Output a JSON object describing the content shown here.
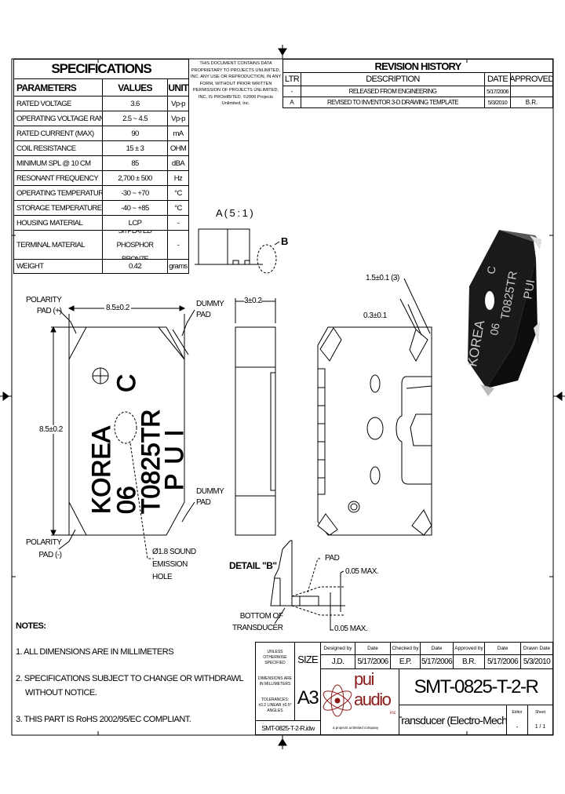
{
  "specifications": {
    "title": "SPECIFICATIONS",
    "headers": [
      "PARAMETERS",
      "VALUES",
      "UNIT"
    ],
    "rows": [
      {
        "param": "RATED VOLTAGE",
        "value": "3.6",
        "unit": "Vp-p"
      },
      {
        "param": "OPERATING VOLTAGE RANGE",
        "value": "2.5 ~ 4.5",
        "unit": "Vp-p"
      },
      {
        "param": "RATED CURRENT (MAX)",
        "value": "90",
        "unit": "mA"
      },
      {
        "param": "COIL RESISTANCE",
        "value": "15 ± 3",
        "unit": "OHM"
      },
      {
        "param": "MINIMUM SPL @ 10 CM",
        "value": "85",
        "unit": "dBA"
      },
      {
        "param": "RESONANT FREQUENCY",
        "value": "2,700 ± 500",
        "unit": "Hz"
      },
      {
        "param": "OPERATING TEMPERATURE",
        "value": "-30 ~ +70",
        "unit": "°C"
      },
      {
        "param": "STORAGE TEMPERATURE",
        "value": "-40 ~ +85",
        "unit": "°C"
      },
      {
        "param": "HOUSING MATERIAL",
        "value": "LCP",
        "unit": "-"
      },
      {
        "param": "TERMINAL MATERIAL",
        "value": "Sn PLATED PHOSPHOR BRONZE",
        "unit": "-"
      },
      {
        "param": "WEIGHT",
        "value": "0.42",
        "unit": "grams"
      }
    ]
  },
  "proprietary_notice": "THIS DOCUMENT CONTAINS DATA PROPRIETARY TO PROJECTS UNLIMITED, INC. ANY USE OR REPRODUCTION, IN ANY FORM, WITHOUT PRIOR WRITTEN PERMISSION OF PROJECTS UNLIMITED, INC. IS PROHIBITED. ©2006 Projects Unlimited, Inc.",
  "revision_history": {
    "title": "REVISION HISTORY",
    "headers": [
      "LTR",
      "DESCRIPTION",
      "DATE",
      "APPROVED"
    ],
    "rows": [
      {
        "ltr": "-",
        "description": "RELEASED FROM ENGINEERING",
        "date": "5/17/2006",
        "approved": ""
      },
      {
        "ltr": "A",
        "description": "REVISED TO INVENTOR 3-D DRAWING TEMPLATE",
        "date": "5/3/2010",
        "approved": "B.R."
      }
    ]
  },
  "drawing": {
    "detail_a_label": "A ( 5 : 1 )",
    "detail_b_callout": "B",
    "polarity_pos": [
      "POLARITY",
      "PAD (+)"
    ],
    "polarity_neg": [
      "POLARITY",
      "PAD (-)"
    ],
    "dummy_pad_top": [
      "DUMMY",
      "PAD"
    ],
    "dummy_pad_bottom": [
      "DUMMY",
      "PAD"
    ],
    "width_dim": "8.5±0.2",
    "height_dim": "8.5±0.2",
    "thickness_dim": "3±0.2",
    "marking": [
      "KOREA",
      "06",
      "C",
      "T0825TR",
      "PUI"
    ],
    "sound_hole": [
      "Ø1.8 SOUND",
      "EMISSION",
      "HOLE"
    ],
    "pad_dim_1": "1.5±0.1 (3)",
    "pad_dim_2": "0.3±0.1",
    "detail_b_title": "DETAIL \"B\"",
    "pad_label": "PAD",
    "max_1": "0.05 MAX.",
    "max_2": "0.05 MAX.",
    "bottom_label": [
      "BOTTOM OF",
      "TRANSDUCER"
    ]
  },
  "notes": {
    "title": "NOTES:",
    "items": [
      "1. ALL DIMENSIONS ARE IN MILLIMETERS",
      "2. SPECIFICATIONS SUBJECT TO CHANGE OR WITHDRAWL",
      "WITHOUT NOTICE.",
      "3. THIS PART IS RoHS 2002/95/EC COMPLIANT."
    ]
  },
  "title_block": {
    "tolerance_note_1": "UNLESS OTHERWISE SPECIFIED",
    "tolerance_note_2": "DIMENSIONS ARE IN MILLIMETERS",
    "tolerance_note_3": "TOLERANCES: ±0.2 LINEAR ±0.5° ANGLES",
    "size_label": "SIZE",
    "size_value": "A3",
    "filename": "SMT-0825-T-2-R.idw",
    "designed_by_label": "Designed by",
    "designed_by": "J.D.",
    "date1_label": "Date",
    "date1": "5/17/2006",
    "checked_by_label": "Checked by",
    "checked_by": "E.P.",
    "date2_label": "Date",
    "date2": "5/17/2006",
    "approved_by_label": "Approved by",
    "approved_by": "B.R.",
    "date3_label": "Date",
    "date3": "5/17/2006",
    "drawn_date_label": "Drawn Date",
    "drawn_date": "5/3/2010",
    "logo_text_1": "pui",
    "logo_text_2": "audio",
    "logo_inc": "inc",
    "logo_tagline": "a projects unlimited company",
    "part_number": "SMT-0825-T-2-R",
    "description": "Transducer (Electro-Mech)",
    "editor_label": "Editor",
    "editor": "-",
    "sheet_label": "Sheet",
    "sheet": "1 / 1"
  },
  "colors": {
    "line": "#000000",
    "logo": "#8b1a1a",
    "part_body": "#1a1a1a"
  }
}
